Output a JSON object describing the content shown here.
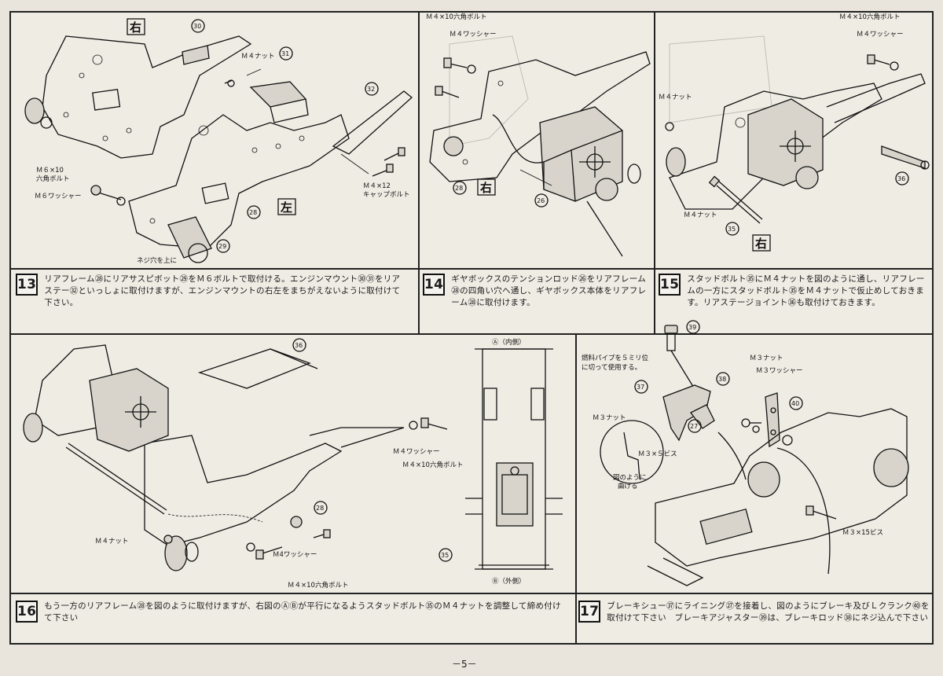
{
  "steps": [
    {
      "number": "13",
      "text": "リアフレーム㉘にリアサスピボット㉙をＭ６ボルトで取付ける。エンジンマウント㉚㉛をリアステー㉜といっしょに取付けますが、エンジンマウントの右左をまちがえないように取付けて下さい。"
    },
    {
      "number": "14",
      "text": "ギヤボックスのテンションロッド㉖をリアフレーム㉘の四角い穴へ通し、ギヤボックス本体をリアフレーム㉘に取付けます。"
    },
    {
      "number": "15",
      "text": "スタッドボルト㉟にＭ４ナットを図のように通し、リアフレームの一方にスタッドボルト㉟をＭ４ナットで仮止めしておきます。リアステージョイント㊱も取付けておきます。"
    },
    {
      "number": "16",
      "text": "もう一方のリアフレーム㉘を図のように取付けますが、右図のⒶⒷが平行になるようスタッドボルト㉟のＭ４ナットを調整して締め付けて下さい"
    },
    {
      "number": "17",
      "text": "ブレーキシュー㊲にライニング㉗を接着し、図のようにブレーキ及びＬクランク㊵を取付けて下さい　ブレーキアジャスター㊴は、ブレーキロッド㊳にネジ込んで下さい"
    }
  ],
  "fig13": {
    "right": "右",
    "left": "左",
    "m4nut": "Ｍ４ナット",
    "m6bolt_1": "Ｍ６×10",
    "m6bolt_2": "六角ボルト",
    "m6washer": "Ｍ６ワッシャー",
    "m4cap_1": "Ｍ４×12",
    "m4cap_2": "キャップボルト",
    "hole_up": "ネジ穴を上に",
    "p30": "30",
    "p31": "31",
    "p32": "32",
    "p28": "28",
    "p29": "29"
  },
  "fig14": {
    "m4bolt": "Ｍ４×10六角ボルト",
    "m4washer": "Ｍ４ワッシャー",
    "right": "右",
    "p28": "28",
    "p26": "26"
  },
  "fig15": {
    "m4bolt": "Ｍ４×10六角ボルト",
    "m4washer": "Ｍ４ワッシャー",
    "m4nut_a": "Ｍ４ナット",
    "m4nut_b": "Ｍ４ナット",
    "right": "右",
    "p35": "35",
    "p36": "36"
  },
  "fig16": {
    "m4washer_a": "Ｍ４ワッシャー",
    "m4bolt_a": "Ｍ４×10六角ボルト",
    "m4nut": "Ｍ４ナット",
    "m4washer_b": "Ｍ4ワッシャー",
    "m4bolt_b": "Ｍ４×10六角ボルト",
    "p36": "36",
    "p28": "28",
    "p35": "35",
    "a_label": "Ⓐ（内側）",
    "b_label": "Ⓑ（外側）"
  },
  "fig17": {
    "fuel_1": "燃料パイプを５ミリ位",
    "fuel_2": "に切って使用する。",
    "m3nut_a": "Ｍ３ナット",
    "m3washer": "Ｍ３ワッシャー",
    "m3nut_b": "Ｍ３ナット",
    "m3x5": "Ｍ３×５ビス",
    "bend_1": "図のように",
    "bend_2": "曲げる",
    "m3x15": "Ｍ３×15ビス",
    "p39": "39",
    "p38": "38",
    "p37": "37",
    "p27": "27",
    "p40": "40"
  },
  "page_number": "－5－"
}
